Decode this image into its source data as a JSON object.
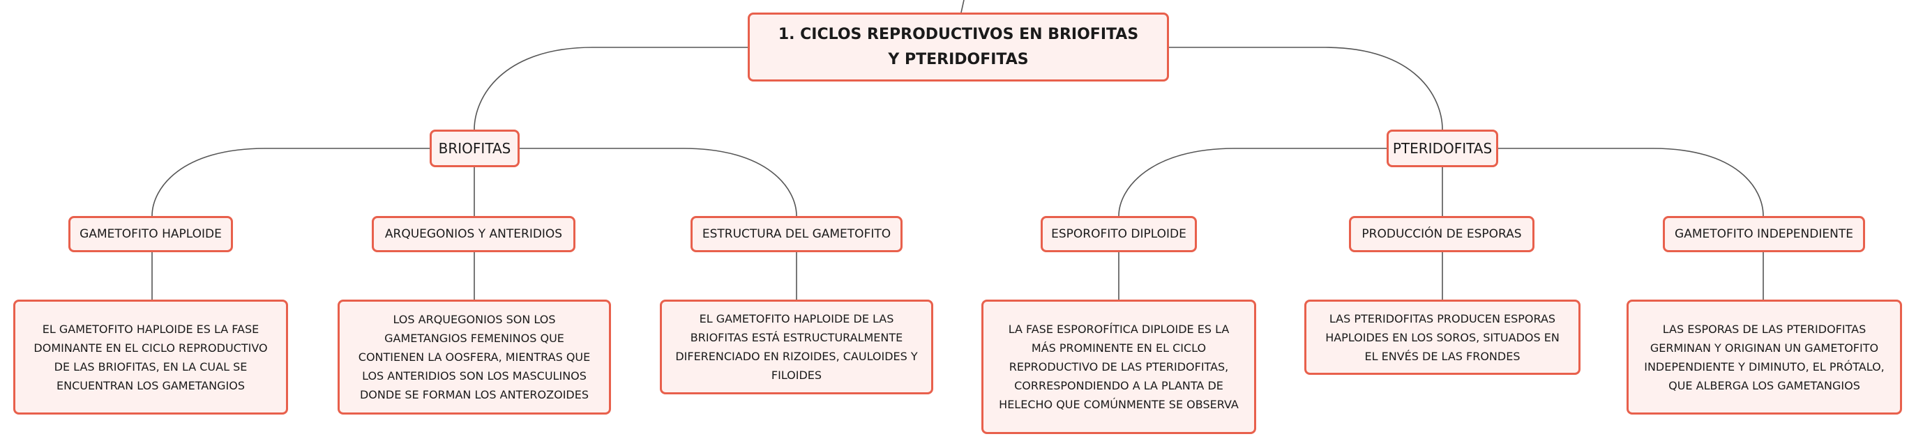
{
  "root": {
    "title": "1. CICLOS REPRODUCTIVOS EN BRIOFITAS Y PTERIDOFITAS"
  },
  "branches": [
    {
      "label": "BRIOFITAS",
      "topics": [
        {
          "label": "GAMETOFITO HAPLOIDE",
          "detail": "EL GAMETOFITO HAPLOIDE ES LA FASE DOMINANTE EN EL CICLO REPRODUCTIVO DE LAS BRIOFITAS, EN LA CUAL SE ENCUENTRAN LOS GAMETANGIOS"
        },
        {
          "label": "ARQUEGONIOS Y ANTERIDIOS",
          "detail": "LOS ARQUEGONIOS SON LOS GAMETANGIOS FEMENINOS QUE CONTIENEN LA OOSFERA, MIENTRAS QUE LOS ANTERIDIOS SON LOS MASCULINOS DONDE SE FORMAN LOS ANTEROZOIDES"
        },
        {
          "label": "ESTRUCTURA DEL GAMETOFITO",
          "detail": "EL GAMETOFITO HAPLOIDE DE LAS BRIOFITAS ESTÁ ESTRUCTURALMENTE DIFERENCIADO EN RIZOIDES, CAULOIDES Y FILOIDES"
        }
      ]
    },
    {
      "label": "PTERIDOFITAS",
      "topics": [
        {
          "label": "ESPOROFITO DIPLOIDE",
          "detail": "LA FASE ESPOROFÍTICA DIPLOIDE ES LA MÁS PROMINENTE EN EL CICLO REPRODUCTIVO DE LAS PTERIDOFITAS, CORRESPONDIENDO A LA PLANTA DE HELECHO QUE COMÚNMENTE SE OBSERVA"
        },
        {
          "label": "PRODUCCIÓN DE ESPORAS",
          "detail": "LAS PTERIDOFITAS PRODUCEN ESPORAS HAPLOIDES EN LOS SOROS, SITUADOS EN EL ENVÉS DE LAS FRONDES"
        },
        {
          "label": "GAMETOFITO INDEPENDIENTE",
          "detail": "LAS ESPORAS DE LAS PTERIDOFITAS GERMINAN Y ORIGINAN UN GAMETOFITO INDEPENDIENTE Y DIMINUTO, EL PRÓTALO, QUE ALBERGA LOS GAMETANGIOS"
        }
      ]
    }
  ]
}
